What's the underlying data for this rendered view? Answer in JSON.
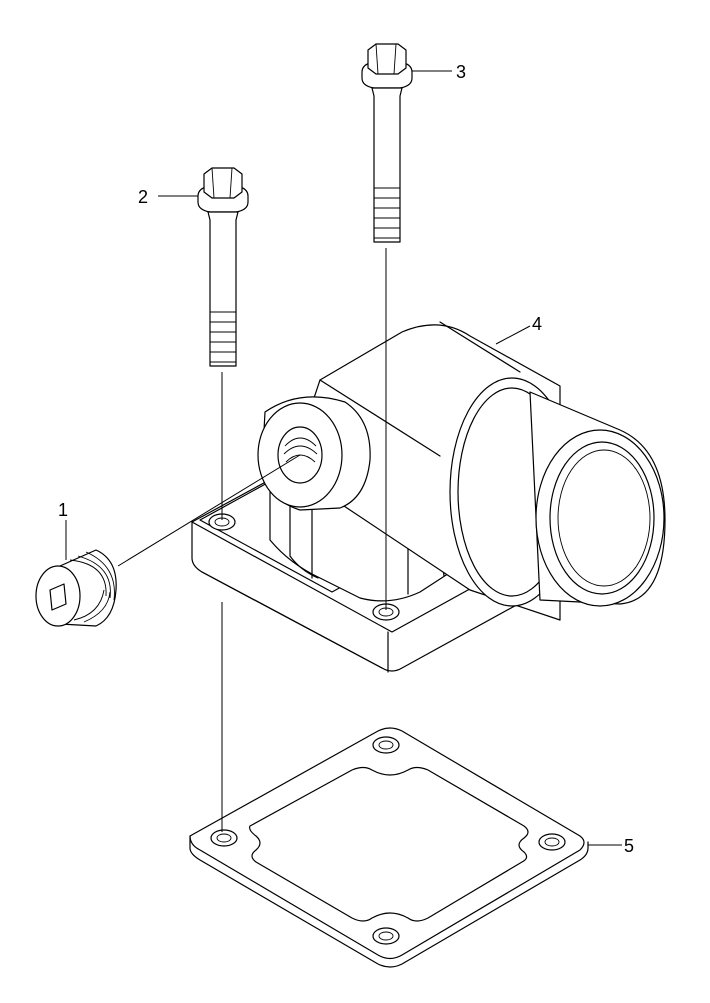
{
  "callouts": [
    {
      "id": "plug",
      "label": "1"
    },
    {
      "id": "bolt-short",
      "label": "2"
    },
    {
      "id": "bolt-long",
      "label": "3"
    },
    {
      "id": "housing",
      "label": "4"
    },
    {
      "id": "gasket",
      "label": "5"
    }
  ]
}
